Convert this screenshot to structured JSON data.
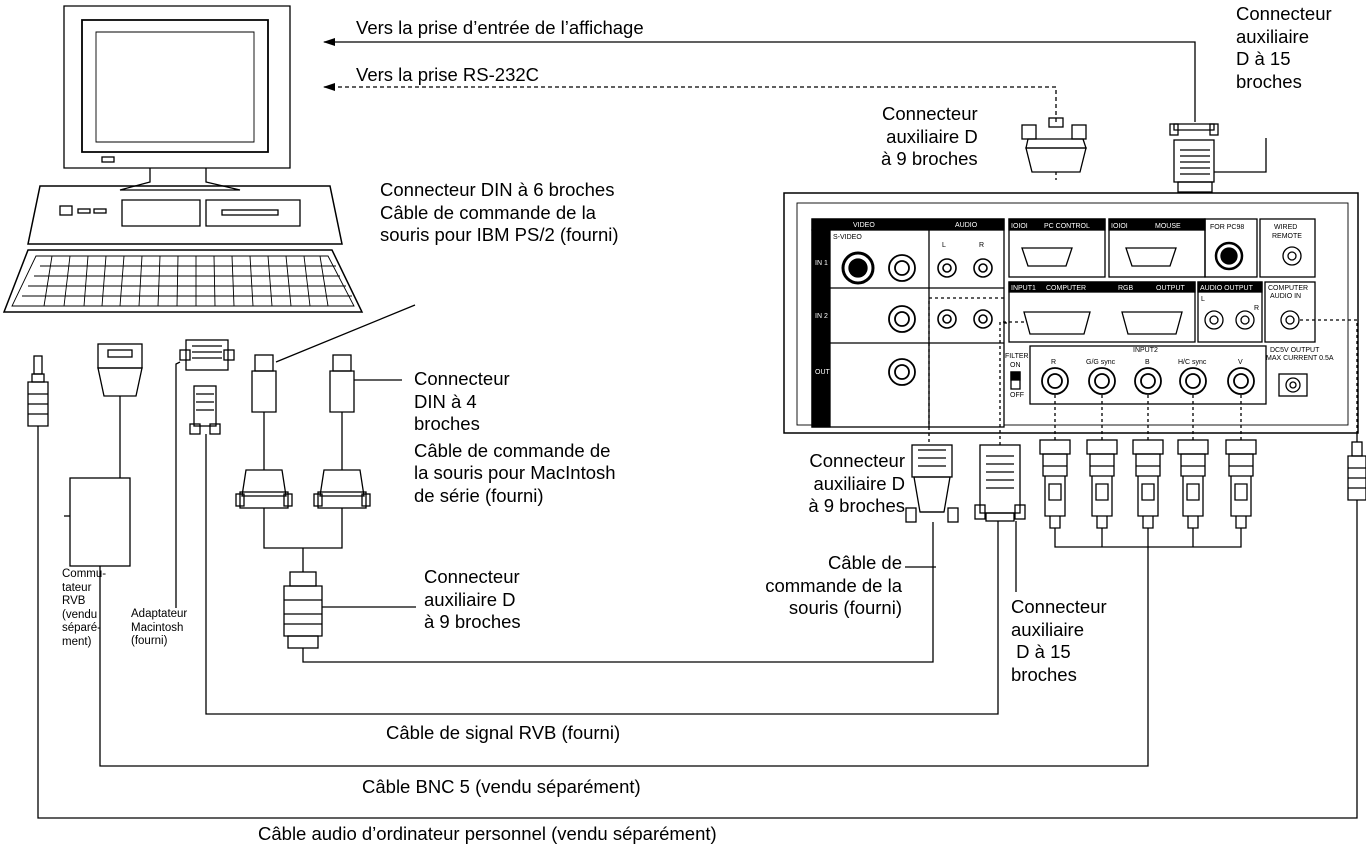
{
  "top_arrows": {
    "display_input": "Vers la prise d’entrée de l’affichage",
    "rs232c": "Vers la prise RS-232C"
  },
  "labels": {
    "dsub15_top": [
      "Connecteur",
      "auxiliaire",
      "D à 15",
      "broches"
    ],
    "dsub9_top": [
      "Connecteur",
      "auxiliaire D",
      "à 9 broches"
    ],
    "din6": [
      "Connecteur  DIN à 6  broches",
      "Câble de commande de la",
      "souris pour IBM PS/2 (fourni)"
    ],
    "din4": [
      "Connecteur",
      "DIN à 4",
      "broches",
      "Câble de commande de",
      "la souris pour MacIntosh",
      "de série (fourni)"
    ],
    "dsub9_bottom": [
      "Connecteur",
      "auxiliaire D",
      "à 9 broches"
    ],
    "dsub9_right": [
      "Connecteur",
      "auxiliaire D",
      "à 9 broches"
    ],
    "mouse_cable": [
      "Câble de",
      "commande de la",
      "souris (fourni)"
    ],
    "dsub15_bottom": [
      "Connecteur",
      "auxiliaire",
      " D à 15",
      "broches"
    ],
    "rgb_switch": [
      "Commu-",
      "tateur",
      "RVB",
      "(vendu",
      "séparé-",
      "ment)"
    ],
    "mac_adapter": [
      "Adaptateur",
      "Macintosh",
      "(fourni)"
    ]
  },
  "cables": {
    "rgb_signal": "Câble de signal RVB (fourni)",
    "bnc5": "Câble BNC 5 (vendu séparément)",
    "pc_audio": "Câble audio d’ordinateur personnel (vendu séparément)"
  },
  "panel": {
    "video": "VIDEO",
    "audio": "AUDIO",
    "s_video": "S-VIDEO",
    "in1": "IN 1",
    "in2": "IN 2",
    "out": "OUT",
    "l": "L",
    "r": "R",
    "pc_control": "PC CONTROL",
    "mouse": "MOUSE",
    "for_pc98": "FOR PC98",
    "wired_remote": [
      "WIRED",
      "REMOTE"
    ],
    "input1": "INPUT1",
    "computer": "COMPUTER",
    "rgb": "RGB",
    "output": "OUTPUT",
    "audio_output": "AUDIO OUTPUT",
    "computer_audio_in": [
      "COMPUTER",
      "AUDIO IN"
    ],
    "filter_on": [
      "FILTER",
      "ON"
    ],
    "off": "OFF",
    "input2": "INPUT2",
    "bnc_ports": [
      "R",
      "G/G sync",
      "B",
      "H/C sync",
      "V"
    ],
    "dc_output": [
      "DC5V OUTPUT",
      "MAX CURRENT 0.5A"
    ],
    "ioi": "IOIOI"
  }
}
